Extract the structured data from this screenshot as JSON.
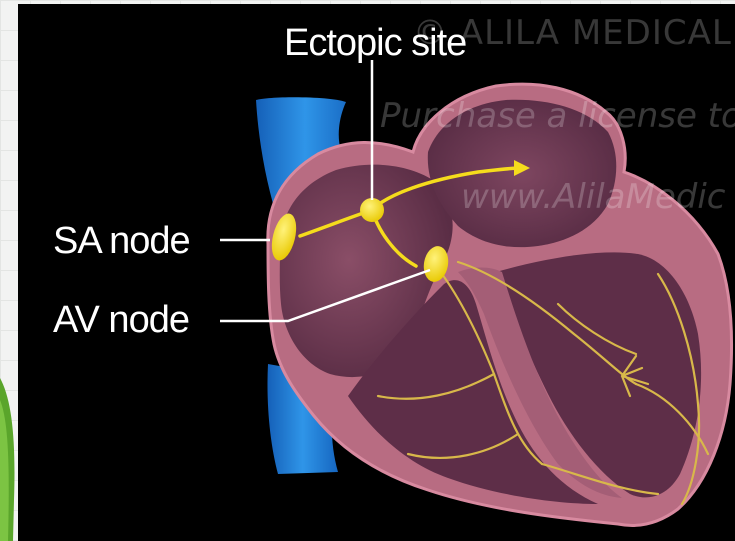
{
  "diagram": {
    "labels": {
      "ectopic_site": "Ectopic site",
      "sa_node": "SA node",
      "av_node": "AV node"
    },
    "watermark": {
      "line1": "© ALILA MEDICAL MEDIA",
      "line2": "Purchase a license to",
      "line3": "www.AlilaMedic"
    }
  },
  "colors": {
    "background": "#000000",
    "vein": "#1e7fd6",
    "heart_wall": "#b86c82",
    "chamber": "#5d2e47",
    "node": "#f5dc1c",
    "conduction_fiber": "#d8b84a"
  }
}
